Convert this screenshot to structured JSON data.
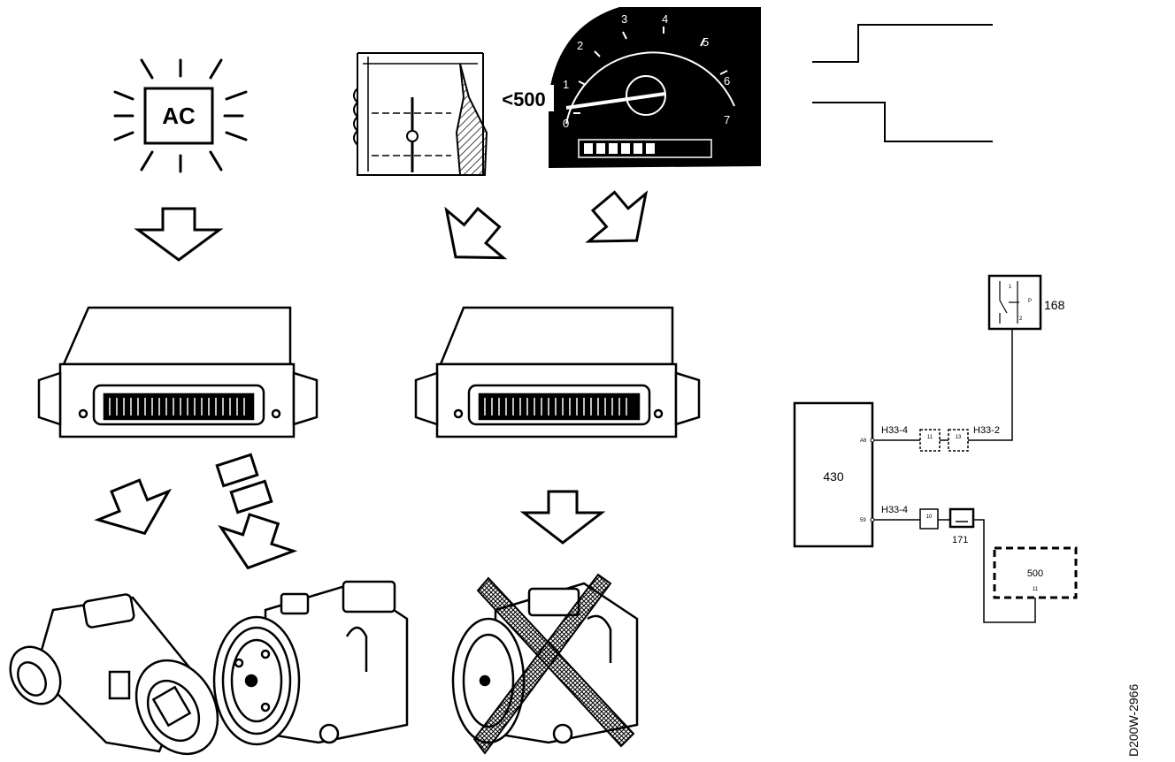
{
  "inputs": {
    "ac_label": "AC",
    "rpm_label": "<500",
    "tacho_numbers": [
      "0",
      "1",
      "2",
      "3",
      "4",
      "5",
      "6",
      "7"
    ]
  },
  "circuit": {
    "ecm_label": "430",
    "switch_label": "168",
    "connector_171_label": "171",
    "module_label": "500",
    "module_pin": "11",
    "conn_upper_left": "H33-4",
    "conn_upper_right": "H33-2",
    "conn_lower": "H33-4",
    "ecm_pin_upper": "A6",
    "ecm_pin_lower": "59",
    "conn_a_pins": "11",
    "conn_b_pins": "13",
    "conn_c_pins": "10",
    "switch_pins": [
      "1",
      "2",
      "P"
    ]
  },
  "reference": "D200W-2966"
}
